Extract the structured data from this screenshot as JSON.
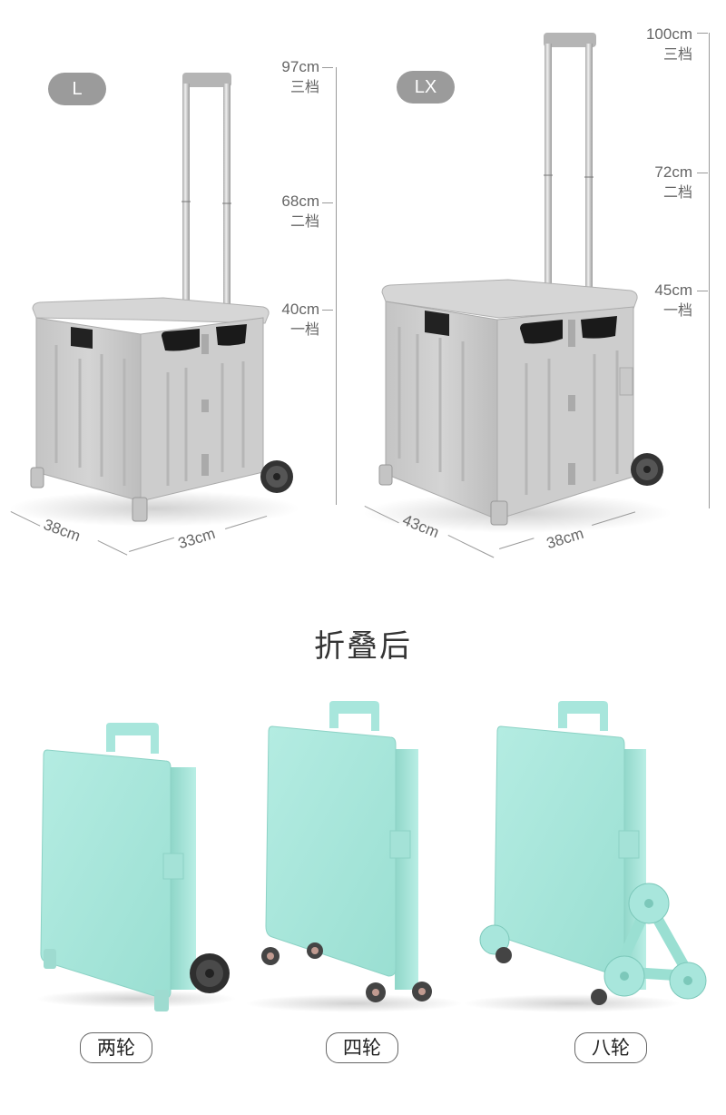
{
  "models": [
    {
      "badge": "L",
      "heights": [
        {
          "cm": "97cm",
          "gear": "三档"
        },
        {
          "cm": "68cm",
          "gear": "二档"
        },
        {
          "cm": "40cm",
          "gear": "一档"
        }
      ],
      "dimensions": {
        "depth": "38cm",
        "width": "33cm"
      },
      "color": "#c8c8c8"
    },
    {
      "badge": "LX",
      "heights": [
        {
          "cm": "100cm",
          "gear": "三档"
        },
        {
          "cm": "72cm",
          "gear": "二档"
        },
        {
          "cm": "45cm",
          "gear": "一档"
        }
      ],
      "dimensions": {
        "depth": "43cm",
        "width": "38cm"
      },
      "color": "#c8c8c8"
    }
  ],
  "folded_section": {
    "title": "折叠后",
    "variants": [
      {
        "label": "两轮",
        "wheels": "two"
      },
      {
        "label": "四轮",
        "wheels": "four"
      },
      {
        "label": "八轮",
        "wheels": "eight"
      }
    ],
    "color": "#a8e6dc"
  }
}
